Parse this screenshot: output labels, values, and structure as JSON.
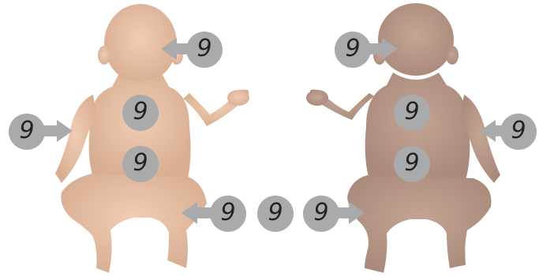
{
  "figure": {
    "front_view": {
      "skin_color": "#e6c1a6"
    },
    "back_view": {
      "skin_color": "#b8998a"
    }
  },
  "markers": {
    "front_face": "9",
    "front_chest": "9",
    "front_abdomen": "9",
    "front_arm_left": "9",
    "front_leg_right": "9",
    "genital_center": "9",
    "back_head": "9",
    "back_upper": "9",
    "back_lower": "9",
    "back_arm_right": "9",
    "back_leg_left": "9"
  },
  "colors": {
    "marker_fill": "#a9aaab",
    "marker_text": "#222222",
    "arrow_fill": "#a9aaab"
  }
}
